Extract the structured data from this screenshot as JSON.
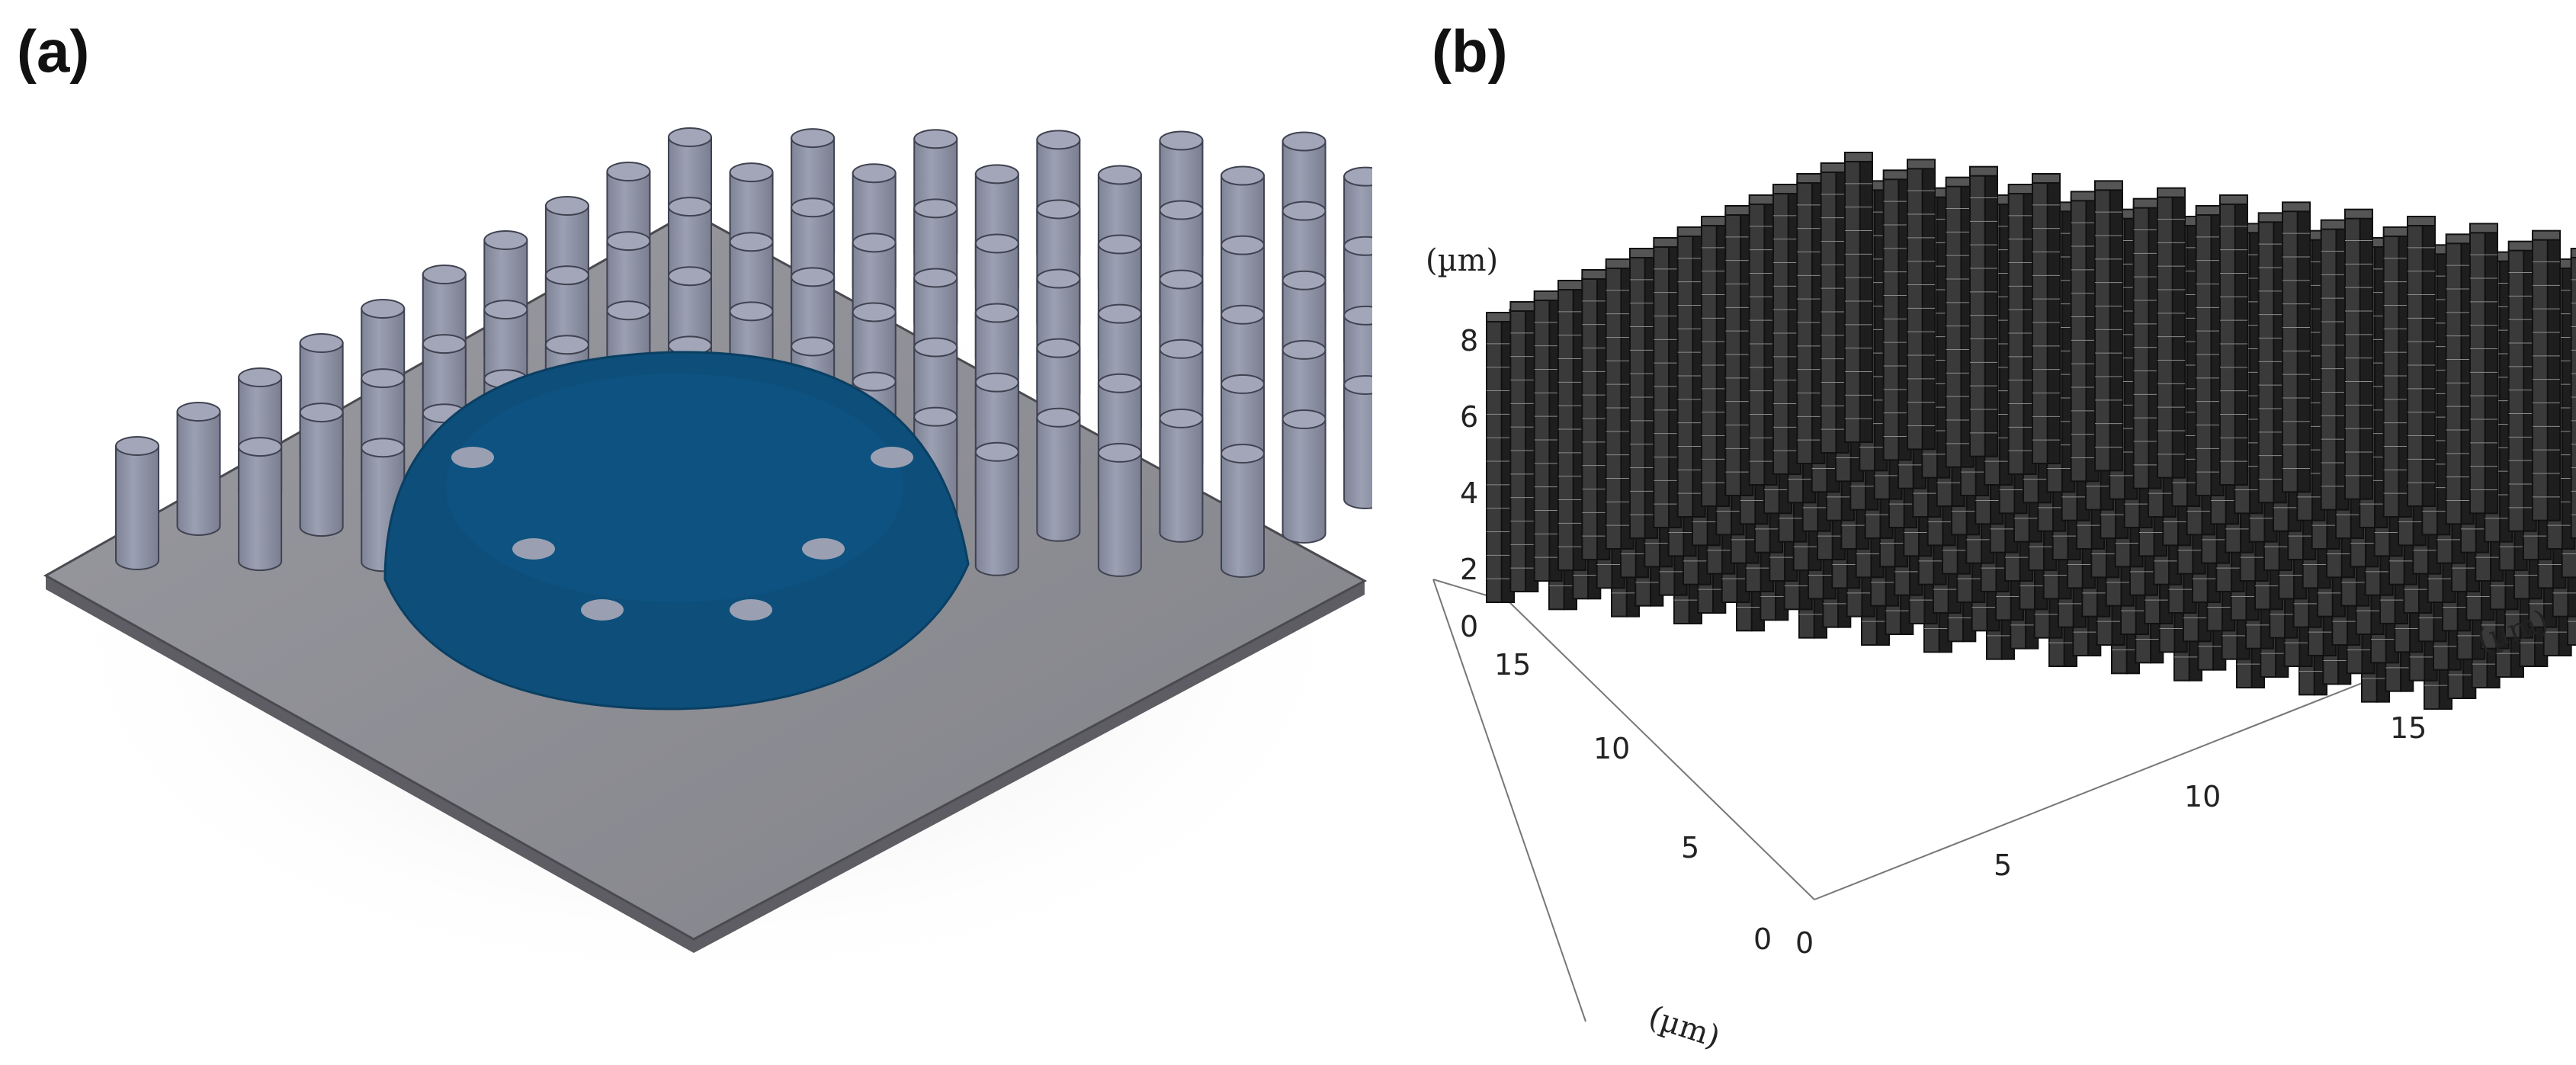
{
  "panels": {
    "a": {
      "label": "(a)"
    },
    "b": {
      "label": "(b)"
    }
  },
  "colors": {
    "substrate_top": "#8e8e95",
    "substrate_side": "#5c5c62",
    "pillar_body": "#8f93a6",
    "pillar_top": "#a3a6b8",
    "droplet": "#0d4f7a",
    "mesh_pillar": "#2a2a2a"
  },
  "panel_b_axes": {
    "z_unit": "(µm)",
    "x_unit": "(µm)",
    "y_unit": "(µm)",
    "z_ticks": [
      "0",
      "2",
      "4",
      "6",
      "8"
    ],
    "left_ticks": [
      "15",
      "10",
      "5",
      "0"
    ],
    "bottom_ticks": [
      "0",
      "5",
      "10",
      "15"
    ]
  },
  "icons": {
    "pillar_array": "pillar-array-icon",
    "droplet": "droplet-icon",
    "mesh": "mesh-icon"
  }
}
